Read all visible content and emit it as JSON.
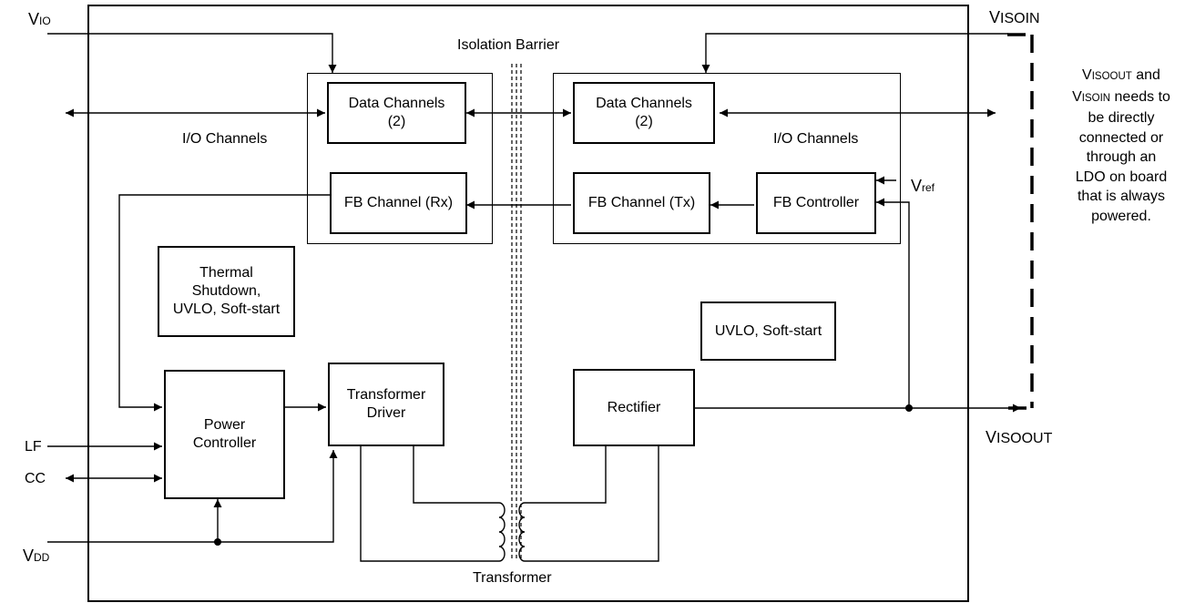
{
  "labels": {
    "isolation_barrier": "Isolation Barrier",
    "io_channels_left": "I/O Channels",
    "io_channels_right": "I/O Channels",
    "transformer": "Transformer"
  },
  "blocks": {
    "data_channels_left": "Data Channels\n(2)",
    "data_channels_right": "Data Channels\n(2)",
    "fb_channel_rx": "FB Channel (Rx)",
    "fb_channel_tx": "FB Channel (Tx)",
    "fb_controller": "FB Controller",
    "thermal": "Thermal\nShutdown,\nUVLO, Soft-start",
    "uvlo_softstart": "UVLO, Soft-start",
    "power_controller": "Power\nController",
    "transformer_driver": "Transformer\nDriver",
    "rectifier": "Rectifier"
  },
  "pins": {
    "vio": {
      "main": "V",
      "sub": "IO"
    },
    "visoin": {
      "main": "V",
      "sub": "ISOIN"
    },
    "visoout": {
      "main": "V",
      "sub": "ISOOUT"
    },
    "vref": {
      "main": "V",
      "sub": "ref"
    },
    "vdd": {
      "main": "V",
      "sub": "DD"
    },
    "lf": "LF",
    "cc": "CC"
  },
  "note": {
    "l1_main": "V",
    "l1_sub": "ISOOUT",
    "l1_rest": "  and",
    "l2_main": "V",
    "l2_sub": "ISOIN",
    "l2_rest": " needs to",
    "l3": "be directly",
    "l4": "connected or",
    "l5": "through an",
    "l6": "LDO on board",
    "l7": "that is always",
    "l8": "powered."
  }
}
